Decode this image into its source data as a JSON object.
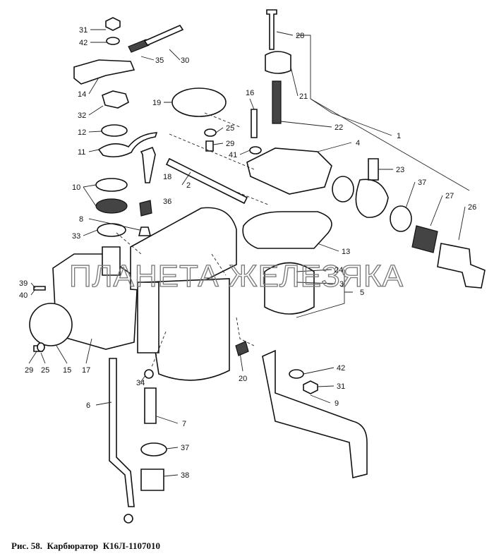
{
  "figure": {
    "caption_prefix": "Рис. 58.",
    "caption_title": "Карбюратор",
    "caption_model": "К16Л-1107010",
    "watermark": "ПЛАНЕТА ЖЕЛЕЗЯКА"
  },
  "labels": [
    "31",
    "42",
    "35",
    "30",
    "14",
    "32",
    "12",
    "11",
    "18",
    "10",
    "36",
    "8",
    "33",
    "19",
    "16",
    "25",
    "29",
    "41",
    "22",
    "28",
    "21",
    "1",
    "4",
    "2",
    "23",
    "37",
    "27",
    "26",
    "13",
    "24",
    "3",
    "5",
    "39",
    "40",
    "29",
    "25",
    "15",
    "17",
    "20",
    "42",
    "31",
    "9",
    "34",
    "6",
    "7",
    "37",
    "38"
  ]
}
